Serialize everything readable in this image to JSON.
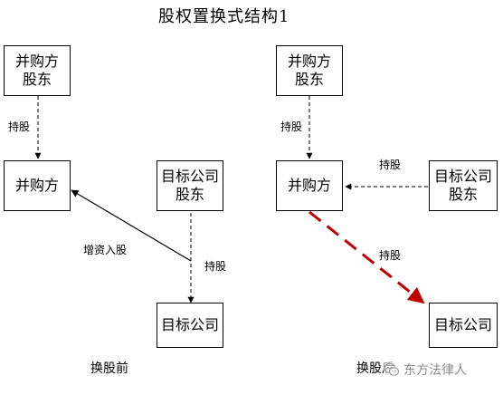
{
  "title": "股权置换式结构1",
  "before": {
    "acquirer_shareholder": "并购方\n股东",
    "acquirer": "并购方",
    "target_shareholder": "目标公司\n股东",
    "target": "目标公司",
    "label_hold_top": "持股",
    "label_capital_increase": "增资入股",
    "label_hold_target": "持股",
    "caption": "换股前"
  },
  "after": {
    "acquirer_shareholder": "并购方\n股东",
    "acquirer": "并购方",
    "target_shareholder": "目标公司\n股东",
    "target": "目标公司",
    "label_hold_top": "持股",
    "label_hold_middle": "持股",
    "label_hold_diag": "持股",
    "caption": "换股后"
  },
  "watermark": {
    "text": "东方法律人",
    "icon": "wechat-icon"
  },
  "colors": {
    "line": "#000000",
    "highlight_arrow": "#c00000",
    "watermark": "#8a8a8a"
  }
}
